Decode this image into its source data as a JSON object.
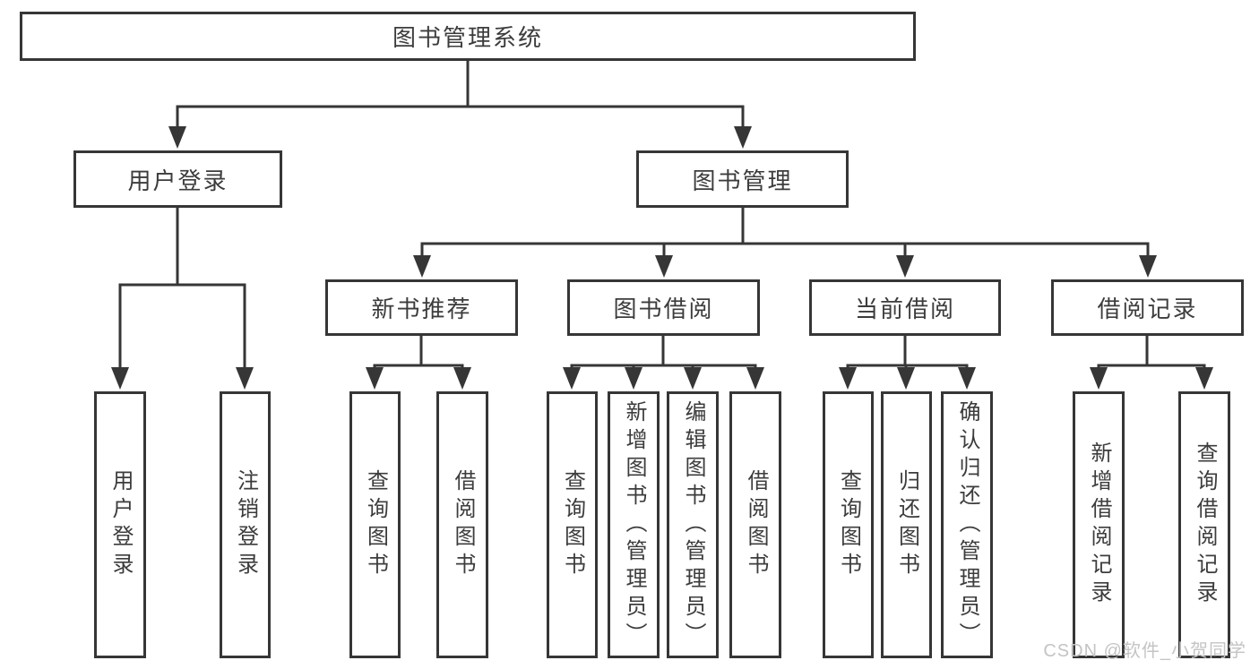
{
  "watermark": "CSDN @软件_小贺同学",
  "colors": {
    "line": "#363636",
    "text": "#3c3c3c",
    "watermark_text": "#c4c4c4",
    "background": "#ffffff"
  },
  "nodes": {
    "root": "图书管理系统",
    "user_login": "用户登录",
    "book_management": "图书管理",
    "new_book_recommend": "新书推荐",
    "book_borrowing": "图书借阅",
    "current_borrowing": "当前借阅",
    "borrowing_records": "借阅记录",
    "ul_user_login": "用户登录",
    "ul_logout": "注销登录",
    "nb_query_books": "查询图书",
    "nb_borrow_books": "借阅图书",
    "bb_query_books": "查询图书",
    "bb_add_books_admin": "新增图书（管理员）",
    "bb_edit_books_admin": "编辑图书（管理员）",
    "bb_borrow_books": "借阅图书",
    "cb_query_books": "查询图书",
    "cb_return_books": "归还图书",
    "cb_confirm_return_admin": "确认归还（管理员）",
    "br_add_record": "新增借阅记录",
    "br_query_record": "查询借阅记录"
  },
  "edges": [
    {
      "from": "图书管理系统",
      "to": "用户登录"
    },
    {
      "from": "图书管理系统",
      "to": "图书管理"
    },
    {
      "from": "用户登录",
      "to": "用户登录"
    },
    {
      "from": "用户登录",
      "to": "注销登录"
    },
    {
      "from": "图书管理",
      "to": "新书推荐"
    },
    {
      "from": "图书管理",
      "to": "图书借阅"
    },
    {
      "from": "图书管理",
      "to": "当前借阅"
    },
    {
      "from": "图书管理",
      "to": "借阅记录"
    },
    {
      "from": "新书推荐",
      "to": "查询图书"
    },
    {
      "from": "新书推荐",
      "to": "借阅图书"
    },
    {
      "from": "图书借阅",
      "to": "查询图书"
    },
    {
      "from": "图书借阅",
      "to": "新增图书（管理员）"
    },
    {
      "from": "图书借阅",
      "to": "编辑图书（管理员）"
    },
    {
      "from": "图书借阅",
      "to": "借阅图书"
    },
    {
      "from": "当前借阅",
      "to": "查询图书"
    },
    {
      "from": "当前借阅",
      "to": "归还图书"
    },
    {
      "from": "当前借阅",
      "to": "确认归还（管理员）"
    },
    {
      "from": "借阅记录",
      "to": "新增借阅记录"
    },
    {
      "from": "借阅记录",
      "to": "查询借阅记录"
    }
  ]
}
